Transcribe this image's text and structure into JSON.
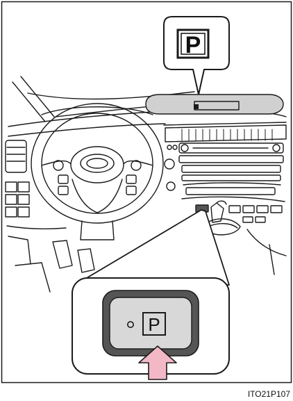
{
  "figure": {
    "indicator_label": "P",
    "button_label": "P",
    "figure_code": "ITO21P107"
  },
  "colors": {
    "line": "#1a1a1a",
    "panel_gray": "#d0d0d0",
    "button_dark": "#555555",
    "button_light": "#d8d8d8",
    "button_lamp": "#2a2a2a",
    "arrow_fill": "#f3b8c6"
  }
}
